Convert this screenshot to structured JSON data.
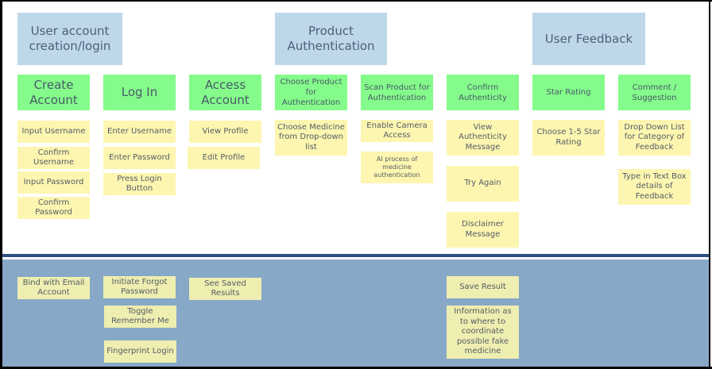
{
  "categories": {
    "user_account": "User account creation/login",
    "product_auth": "Product Authentication",
    "user_feedback": "User Feedback"
  },
  "features": {
    "create_account": {
      "title": "Create Account",
      "items": [
        "Input Username",
        "Confirm Username",
        "Input Password",
        "Confirm Password"
      ],
      "future": [
        "Bind with Email Account"
      ]
    },
    "log_in": {
      "title": "Log In",
      "items": [
        "Enter Username",
        "Enter Password",
        "Press Login Button"
      ],
      "future": [
        "Initiate Forgot Password",
        "Toggle Remember Me",
        "Fingerprint Login"
      ]
    },
    "access_account": {
      "title": "Access Account",
      "items": [
        "View Profile",
        "Edit Profile"
      ],
      "future": [
        "See Saved Results"
      ]
    },
    "choose_product": {
      "title": "Choose Product for Authentication",
      "items": [
        "Choose Medicine from Drop-down list"
      ]
    },
    "scan_product": {
      "title": "Scan Product for Authentication",
      "items": [
        "Enable Camera Access",
        "AI process of medicine authentication"
      ]
    },
    "confirm_authenticity": {
      "title": "Confirm Authenticity",
      "items": [
        "View Authenticity Message",
        "Try Again",
        "Disclaimer Message"
      ],
      "future": [
        "Save Result",
        "Information as to where to coordinate possible fake medicine"
      ]
    },
    "star_rating": {
      "title": "Star Rating",
      "items": [
        "Choose 1-5 Star Rating"
      ]
    },
    "comment": {
      "title": "Comment / Suggestion",
      "items": [
        "Drop Down List for Category of Feedback",
        "Type in Text Box details of Feedback"
      ]
    }
  },
  "colors": {
    "category": "#bed8ea",
    "feature_header": "#84fb8a",
    "sticky_note": "#fdf6b0",
    "future_band": "#88a8c8",
    "divider": "#2e4f82"
  }
}
